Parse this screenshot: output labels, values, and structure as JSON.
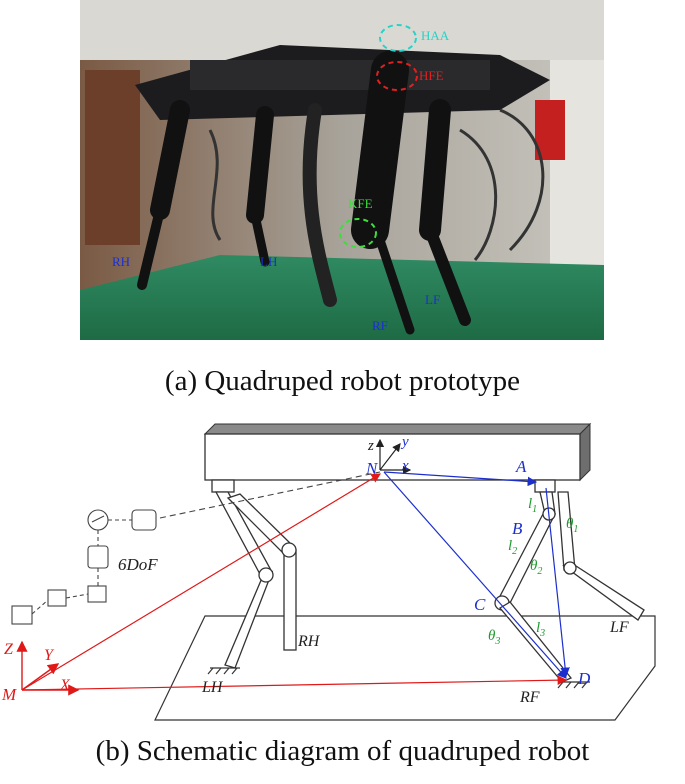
{
  "figure_a": {
    "caption": "(a) Quadruped robot prototype",
    "labels": {
      "haa": "HAA",
      "hfe": "HFE",
      "kfe": "KFE",
      "rh": "RH",
      "lh": "LH",
      "lf": "LF",
      "rf": "RF"
    }
  },
  "figure_b": {
    "caption": "(b) Schematic diagram of quadruped robot",
    "labels": {
      "z_body": "z",
      "y_body": "y",
      "x_body": "x",
      "n": "N",
      "a": "A",
      "b": "B",
      "c": "C",
      "d": "D",
      "l1": "l",
      "l1_sub": "1",
      "l2": "l",
      "l2_sub": "2",
      "l3": "l",
      "l3_sub": "3",
      "theta1": "θ",
      "theta1_sub": "1",
      "theta2": "θ",
      "theta2_sub": "2",
      "theta3": "θ",
      "theta3_sub": "3",
      "dof": "6DoF",
      "z_world": "Z",
      "y_world": "Y",
      "x_world": "X",
      "m": "M",
      "rh": "RH",
      "lh": "LH",
      "lf": "LF",
      "rf": "RF"
    },
    "colors": {
      "blue": "#1c2fcc",
      "red": "#e01818",
      "green": "#1f9a30",
      "dark": "#222222"
    }
  }
}
